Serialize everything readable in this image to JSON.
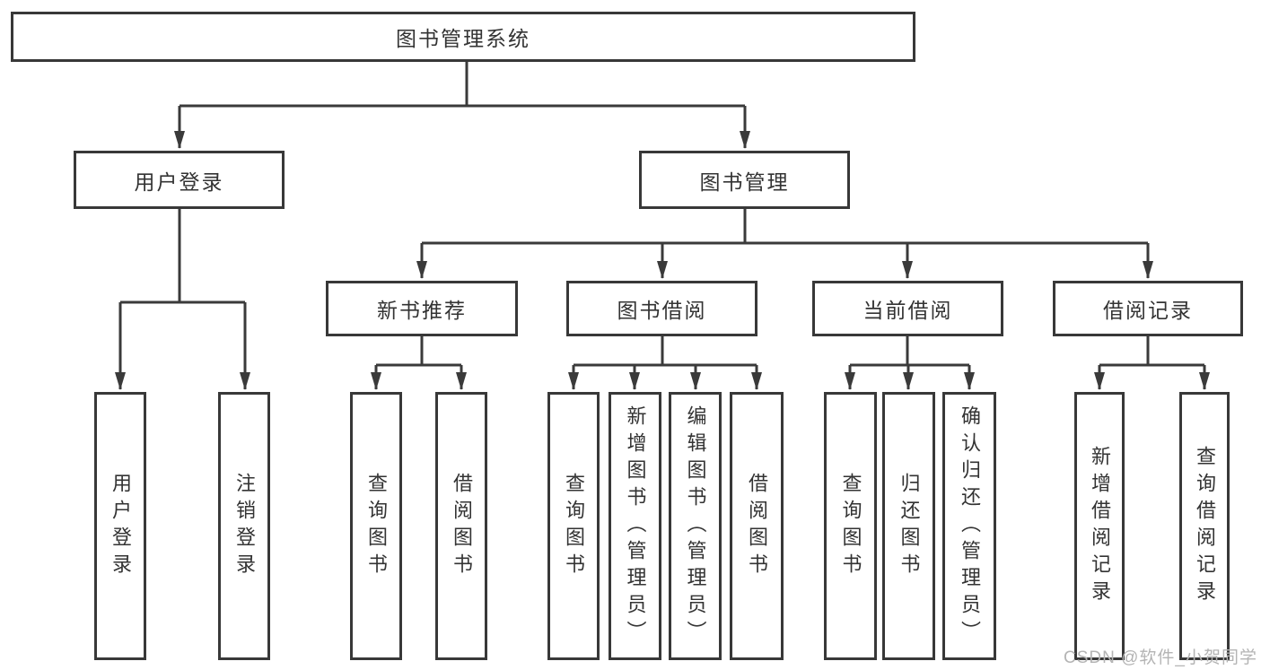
{
  "colors": {
    "line": "#3a3a3a",
    "box_border": "#383838",
    "text": "#333333",
    "watermark": "#b4b4b4",
    "background": "#ffffff"
  },
  "watermark": {
    "text": "CSDN @软件_小贺同学"
  },
  "diagram": {
    "root": {
      "label": "图书管理系统"
    },
    "branches": [
      {
        "label": "用户登录",
        "children": [
          {
            "label": "用户登录"
          },
          {
            "label": "注销登录"
          }
        ]
      },
      {
        "label": "图书管理",
        "children": [
          {
            "label": "新书推荐",
            "children": [
              {
                "label": "查询图书"
              },
              {
                "label": "借阅图书"
              }
            ]
          },
          {
            "label": "图书借阅",
            "children": [
              {
                "label": "查询图书"
              },
              {
                "label": "新增图书（管理员）"
              },
              {
                "label": "编辑图书（管理员）"
              },
              {
                "label": "借阅图书"
              }
            ]
          },
          {
            "label": "当前借阅",
            "children": [
              {
                "label": "查询图书"
              },
              {
                "label": "归还图书"
              },
              {
                "label": "确认归还（管理员）"
              }
            ]
          },
          {
            "label": "借阅记录",
            "children": [
              {
                "label": "新增借阅记录"
              },
              {
                "label": "查询借阅记录"
              }
            ]
          }
        ]
      }
    ]
  }
}
